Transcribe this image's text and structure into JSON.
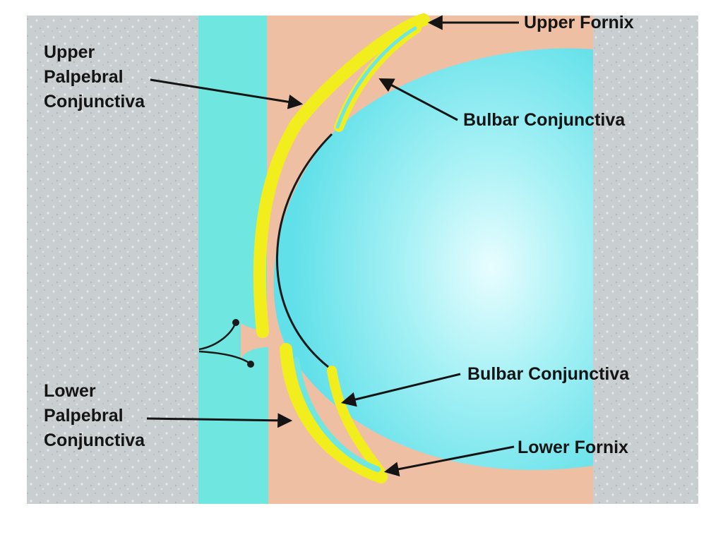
{
  "diagram": {
    "labels": {
      "upper_fornix": "Upper Fornix",
      "upper_palpebral": [
        "Upper",
        "Palpebral",
        "Conjunctiva"
      ],
      "bulbar_upper": "Bulbar Conjunctiva",
      "bulbar_lower": "Bulbar Conjunctiva",
      "lower_palpebral": [
        "Lower",
        "Palpebral",
        "Conjunctiva"
      ],
      "lower_fornix": "Lower Fornix"
    },
    "colors": {
      "background": "#c9ced0",
      "eyeball": "#6fe6ee",
      "eyeball_highlight": "#e8fdff",
      "lid_tissue": "#efbfa3",
      "conjunctiva": "#f2ee1e",
      "outer_band": "#6fe6e0",
      "outline": "#1a1a1a"
    }
  }
}
